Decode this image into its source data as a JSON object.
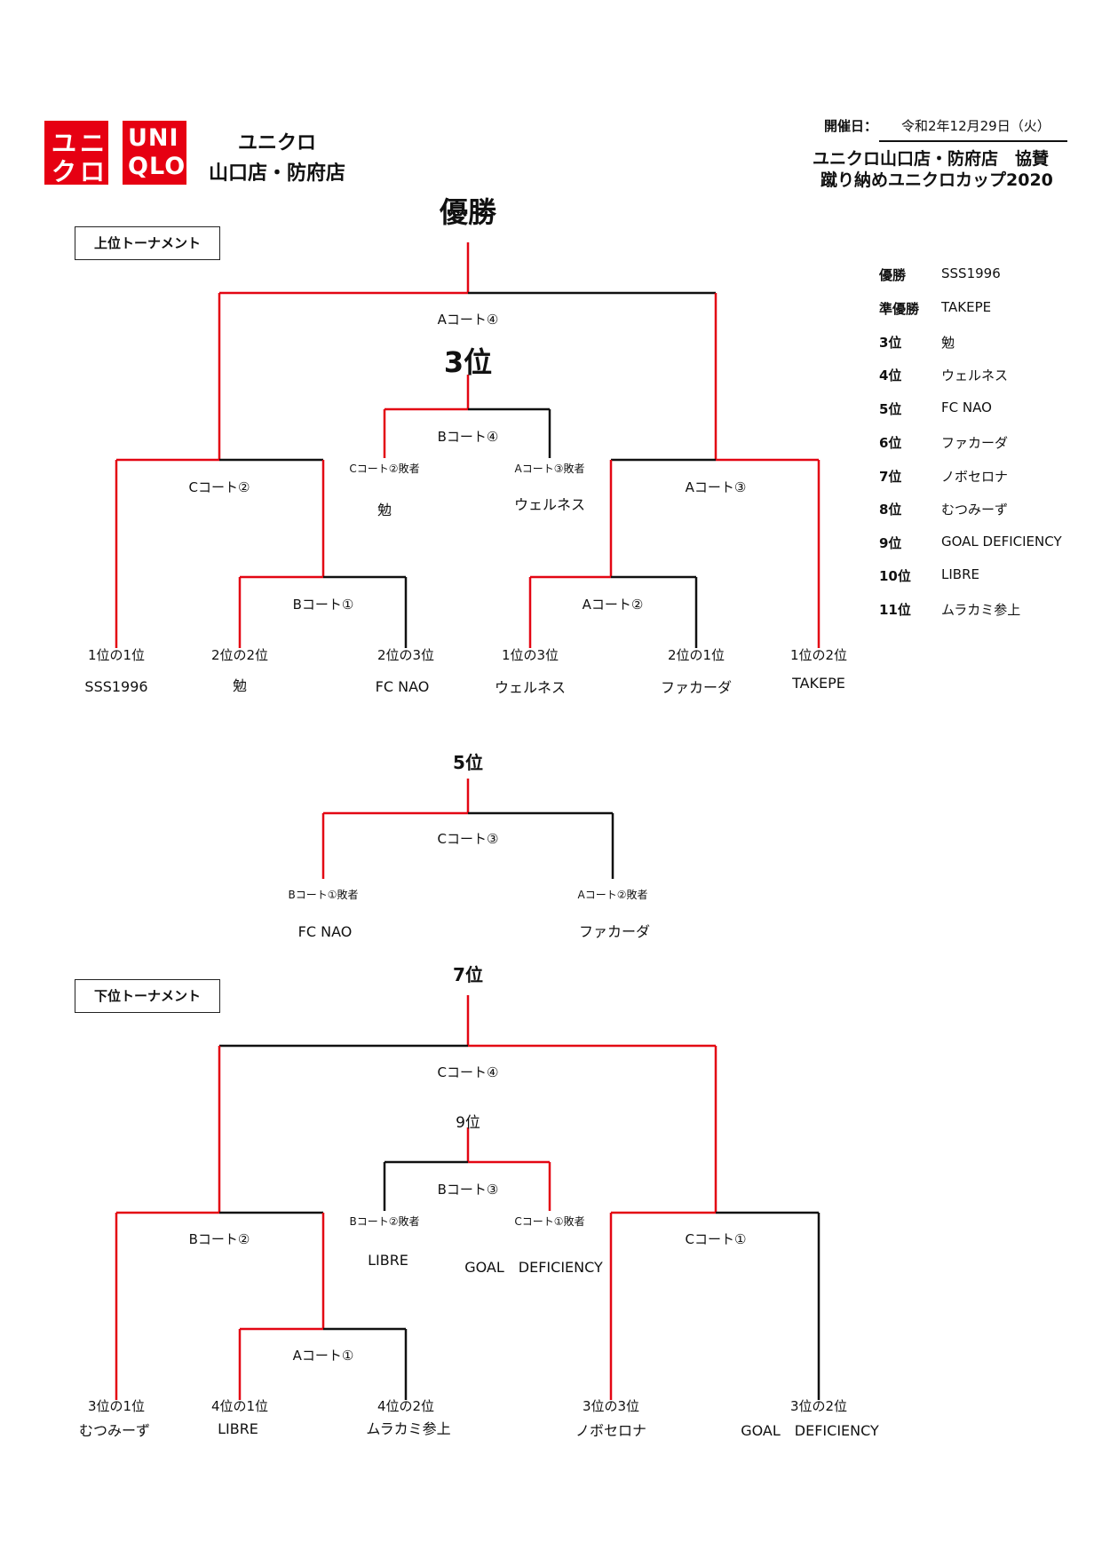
{
  "header": {
    "logo_left_top": "ユニ",
    "logo_left_bottom": "クロ",
    "logo_right_top": "UNI",
    "logo_right_bottom": "QLO",
    "brand_line1": "ユニクロ",
    "brand_line2": "山口店・防府店",
    "date_label": "開催日：",
    "date_value": "令和2年12月29日（火）",
    "title_line1": "ユニクロ山口店・防府店　協賛",
    "title_line2": "蹴り納めユニクロカップ2020"
  },
  "colors": {
    "winner": "#e30613",
    "loser": "#111111",
    "logo": "#e60012"
  },
  "sections": {
    "upper": "上位トーナメント",
    "lower": "下位トーナメント"
  },
  "results": [
    {
      "rank": "優勝",
      "team": "SSS1996"
    },
    {
      "rank": "準優勝",
      "team": "TAKEPE"
    },
    {
      "rank": "3位",
      "team": "勉"
    },
    {
      "rank": "4位",
      "team": "ウェルネス"
    },
    {
      "rank": "5位",
      "team": "FC NAO"
    },
    {
      "rank": "6位",
      "team": "ファカーダ"
    },
    {
      "rank": "7位",
      "team": "ノボセロナ"
    },
    {
      "rank": "8位",
      "team": "むつみーず"
    },
    {
      "rank": "9位",
      "team": "GOAL DEFICIENCY"
    },
    {
      "rank": "10位",
      "team": "LIBRE"
    },
    {
      "rank": "11位",
      "team": "ムラカミ参上"
    }
  ],
  "upper": {
    "final_title": "優勝",
    "final_court": "Aコート④",
    "third_title": "3位",
    "third_court": "Bコート④",
    "third_left_label": "Cコート②敗者",
    "third_left_team": "勉",
    "third_right_label": "Aコート③敗者",
    "third_right_team": "ウェルネス",
    "semi_left_court": "Cコート②",
    "semi_right_court": "Aコート③",
    "qf_left_court": "Bコート①",
    "qf_right_court": "Aコート②",
    "seeds": [
      {
        "seed": "1位の1位",
        "team": "SSS1996"
      },
      {
        "seed": "2位の2位",
        "team": "勉"
      },
      {
        "seed": "2位の3位",
        "team": "FC NAO"
      },
      {
        "seed": "1位の3位",
        "team": "ウェルネス"
      },
      {
        "seed": "2位の1位",
        "team": "ファカーダ"
      },
      {
        "seed": "1位の2位",
        "team": "TAKEPE"
      }
    ]
  },
  "fifth": {
    "title": "5位",
    "court": "Cコート③",
    "left_label": "Bコート①敗者",
    "left_team": "FC NAO",
    "right_label": "Aコート②敗者",
    "right_team": "ファカーダ"
  },
  "lower": {
    "seventh_title": "7位",
    "seventh_court": "Cコート④",
    "ninth_title": "9位",
    "ninth_court": "Bコート③",
    "ninth_left_label": "Bコート②敗者",
    "ninth_left_team": "LIBRE",
    "ninth_right_label": "Cコート①敗者",
    "ninth_right_team": "GOAL　DEFICIENCY",
    "semi_left_court": "Bコート②",
    "semi_right_court": "Cコート①",
    "qf_court": "Aコート①",
    "seeds": [
      {
        "seed": "3位の1位",
        "team": "むつみーず"
      },
      {
        "seed": "4位の1位",
        "team": "LIBRE"
      },
      {
        "seed": "4位の2位",
        "team": "ムラカミ参上"
      },
      {
        "seed": "3位の3位",
        "team": "ノボセロナ"
      },
      {
        "seed": "3位の2位",
        "team": "GOAL　DEFICIENCY"
      }
    ]
  }
}
